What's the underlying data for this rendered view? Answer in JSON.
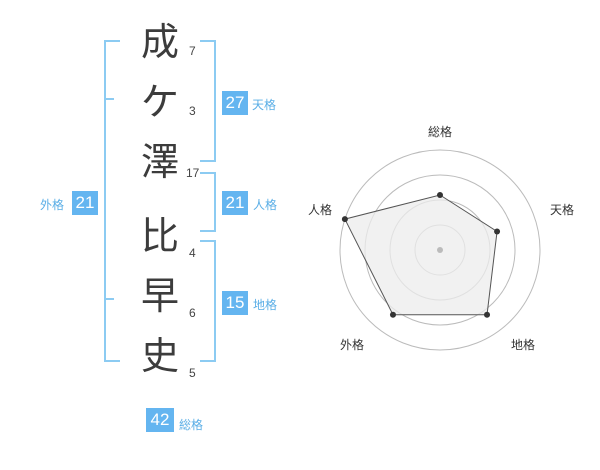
{
  "name_chars": [
    {
      "char": "成",
      "strokes": "7"
    },
    {
      "char": "ケ",
      "strokes": "3"
    },
    {
      "char": "澤",
      "strokes": "17"
    },
    {
      "char": "比",
      "strokes": "4"
    },
    {
      "char": "早",
      "strokes": "6"
    },
    {
      "char": "史",
      "strokes": "5"
    }
  ],
  "fortunes": {
    "tenkaku": {
      "value": "27",
      "label": "天格"
    },
    "jinkaku": {
      "value": "21",
      "label": "人格"
    },
    "chikaku": {
      "value": "15",
      "label": "地格"
    },
    "gaikaku": {
      "value": "21",
      "label": "外格"
    },
    "soukaku": {
      "value": "42",
      "label": "総格"
    }
  },
  "radar": {
    "axes": [
      "総格",
      "天格",
      "地格",
      "外格",
      "人格"
    ],
    "values": [
      0.55,
      0.6,
      0.8,
      0.8,
      1.0
    ],
    "rings": 4,
    "colors": {
      "fill": "#ececec",
      "stroke": "#555555",
      "point": "#333333",
      "ring": "#bbbbbb"
    }
  }
}
